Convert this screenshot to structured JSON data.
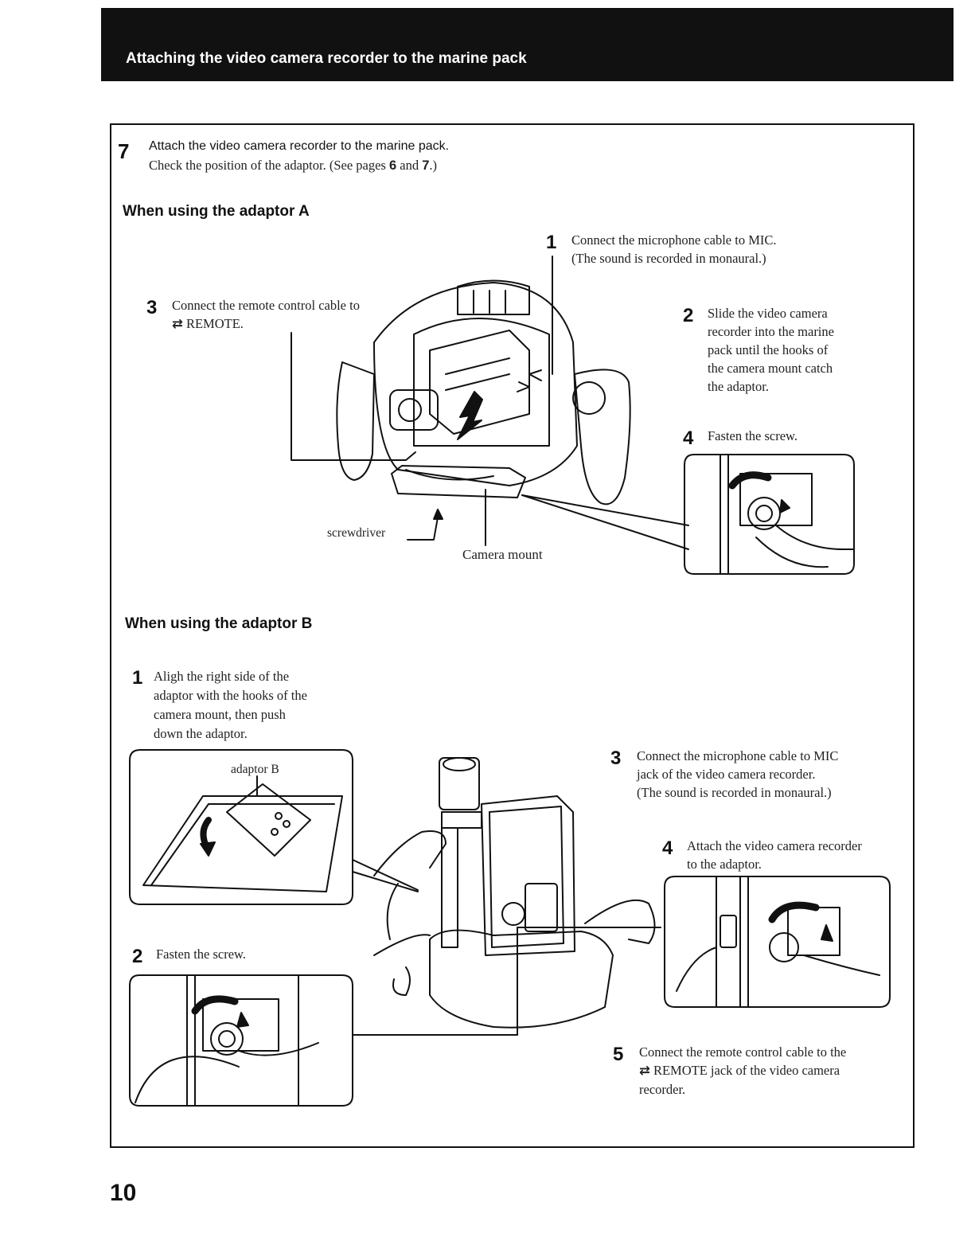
{
  "header": {
    "title": "Attaching the video camera recorder to the marine pack"
  },
  "step7": {
    "number": "7",
    "title": "Attach the video camera recorder to the marine pack.",
    "note_prefix": "Check the position of the adaptor. (See pages ",
    "page_a": "6",
    "note_and": " and ",
    "page_b": "7",
    "note_suffix": ".)"
  },
  "adaptor_a": {
    "heading": "When using the adaptor A",
    "steps": [
      {
        "number": "1",
        "line1": "Connect the microphone cable to MIC.",
        "line2": "(The sound is recorded in monaural.)"
      },
      {
        "number": "2",
        "line1": "Slide the video camera",
        "line2": "recorder into the marine",
        "line3": "pack until the hooks of",
        "line4": "the camera mount catch",
        "line5": "the adaptor."
      },
      {
        "number": "3",
        "line1": "Connect the remote control cable to",
        "line2": "REMOTE."
      },
      {
        "number": "4",
        "line1": "Fasten the screw."
      }
    ],
    "labels": {
      "screwdriver": "screwdriver",
      "camera_mount": "Camera mount"
    }
  },
  "adaptor_b": {
    "heading": "When using the adaptor B",
    "steps": [
      {
        "number": "1",
        "line1": "Aligh the right side of the",
        "line2": "adaptor with the hooks of the",
        "line3": "camera mount, then push",
        "line4": "down the adaptor."
      },
      {
        "number": "2",
        "line1": "Fasten the screw."
      },
      {
        "number": "3",
        "line1": "Connect the microphone cable to MIC",
        "line2": "jack of the video camera recorder.",
        "line3": "(The sound is recorded in monaural.)"
      },
      {
        "number": "4",
        "line1": "Attach the video camera recorder",
        "line2": "to the adaptor."
      },
      {
        "number": "5",
        "line1": "Connect the remote control cable to the",
        "line2": "REMOTE jack of the video camera",
        "line3": "recorder."
      }
    ],
    "labels": {
      "adaptor_b": "adaptor B"
    }
  },
  "footer": {
    "page_number": "10"
  },
  "icons": {
    "remote": "remote-control-icon"
  }
}
